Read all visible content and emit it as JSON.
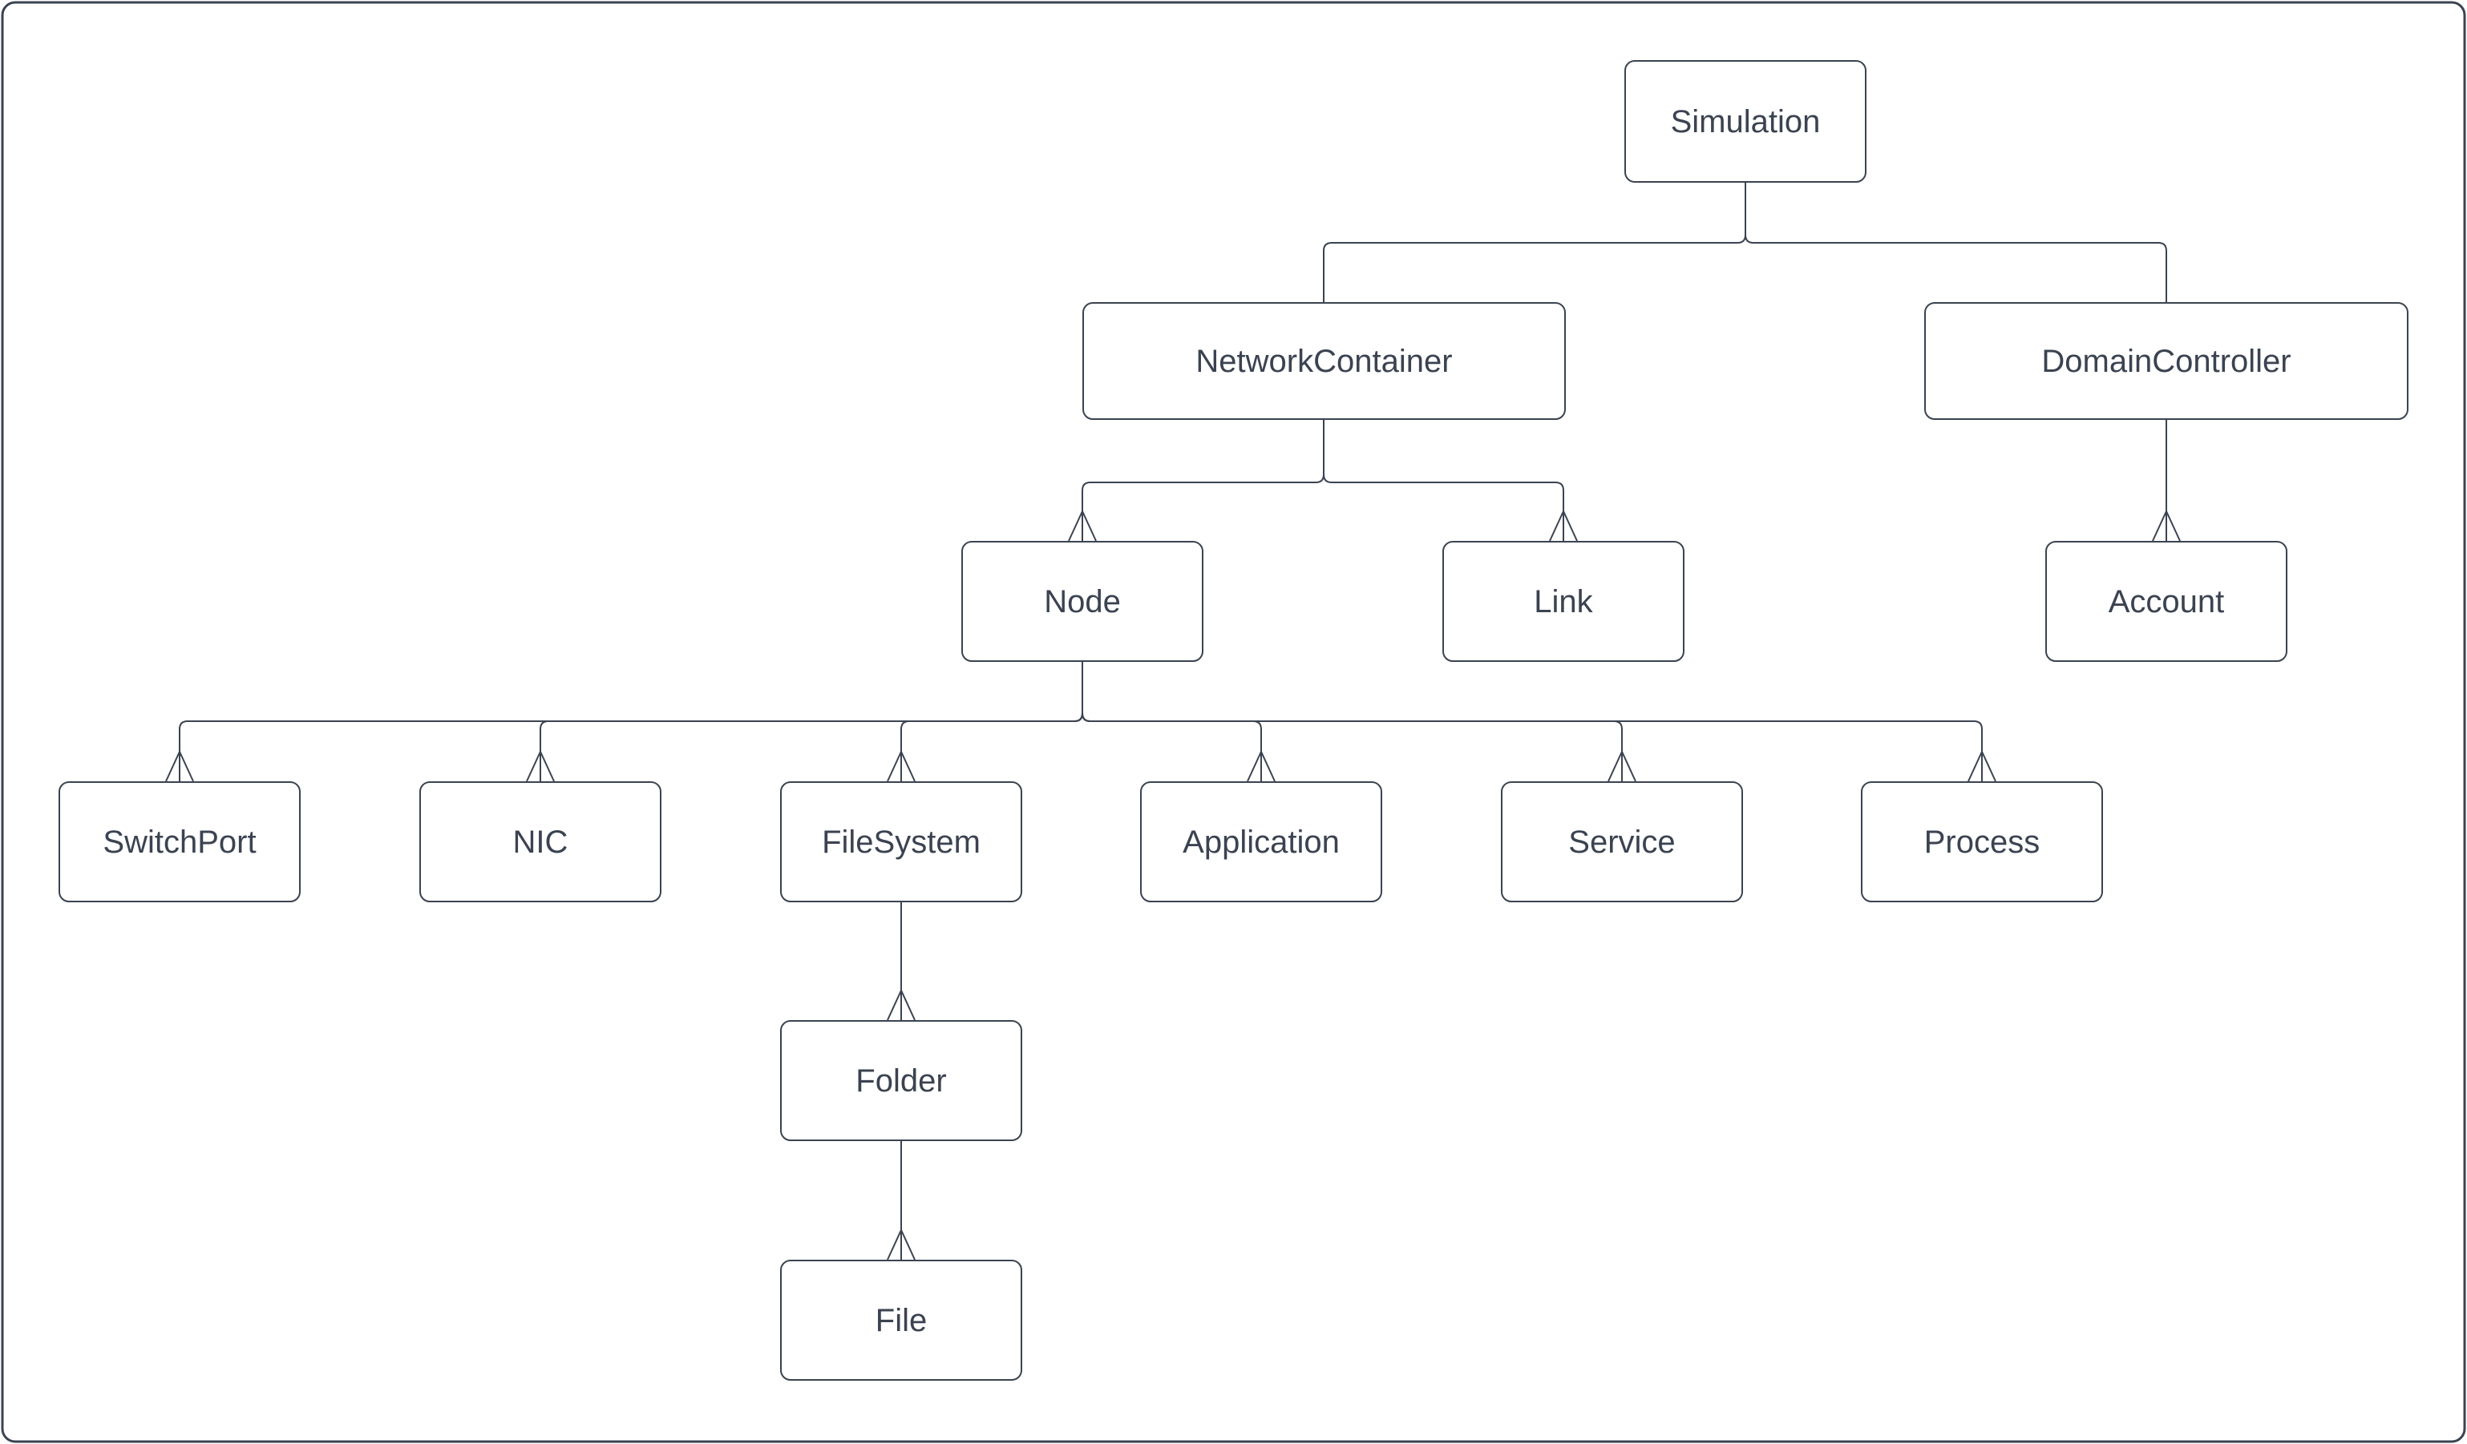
{
  "diagram": {
    "type": "tree-hierarchy",
    "background_color": "#ffffff",
    "stroke_color": "#3b4351",
    "text_color": "#3b4351",
    "node_fill": "#ffffff",
    "arrowhead_style": "open upward chevron at top of child box",
    "nodes": {
      "simulation": {
        "label": "Simulation"
      },
      "network_container": {
        "label": "NetworkContainer"
      },
      "domain_controller": {
        "label": "DomainController"
      },
      "node": {
        "label": "Node"
      },
      "link": {
        "label": "Link"
      },
      "account": {
        "label": "Account"
      },
      "switch_port": {
        "label": "SwitchPort"
      },
      "nic": {
        "label": "NIC"
      },
      "file_system": {
        "label": "FileSystem"
      },
      "application": {
        "label": "Application"
      },
      "service": {
        "label": "Service"
      },
      "process": {
        "label": "Process"
      },
      "folder": {
        "label": "Folder"
      },
      "file": {
        "label": "File"
      }
    },
    "edges": [
      {
        "from": "Simulation",
        "to": "NetworkContainer",
        "arrowhead": false
      },
      {
        "from": "Simulation",
        "to": "DomainController",
        "arrowhead": false
      },
      {
        "from": "NetworkContainer",
        "to": "Node",
        "arrowhead": true
      },
      {
        "from": "NetworkContainer",
        "to": "Link",
        "arrowhead": true
      },
      {
        "from": "DomainController",
        "to": "Account",
        "arrowhead": true
      },
      {
        "from": "Node",
        "to": "SwitchPort",
        "arrowhead": true
      },
      {
        "from": "Node",
        "to": "NIC",
        "arrowhead": true
      },
      {
        "from": "Node",
        "to": "FileSystem",
        "arrowhead": true
      },
      {
        "from": "Node",
        "to": "Application",
        "arrowhead": true
      },
      {
        "from": "Node",
        "to": "Service",
        "arrowhead": true
      },
      {
        "from": "Node",
        "to": "Process",
        "arrowhead": true
      },
      {
        "from": "FileSystem",
        "to": "Folder",
        "arrowhead": true
      },
      {
        "from": "Folder",
        "to": "File",
        "arrowhead": true
      }
    ]
  }
}
